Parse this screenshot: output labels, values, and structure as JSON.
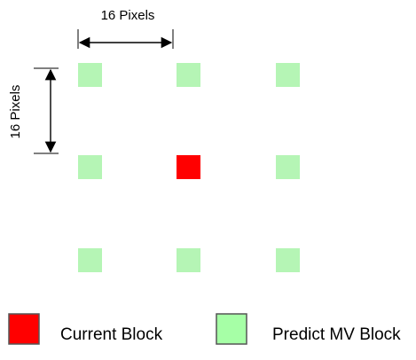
{
  "diagram": {
    "horizontal_dimension_label": "16 Pixels",
    "vertical_dimension_label": "16 Pixels",
    "grid": {
      "rows": 3,
      "columns": 3,
      "current_block": {
        "row": 1,
        "column": 1
      }
    }
  },
  "legend": {
    "current_block_label": "Current Block",
    "predict_mv_block_label": "Predict MV Block"
  },
  "colors": {
    "current_block": "#ff0000",
    "predict_mv_block": "#a6ffa6",
    "predict_mv_block_diagram": "#b5f5b5",
    "swatch_border": "#555555",
    "dimension_line": "#000000"
  }
}
